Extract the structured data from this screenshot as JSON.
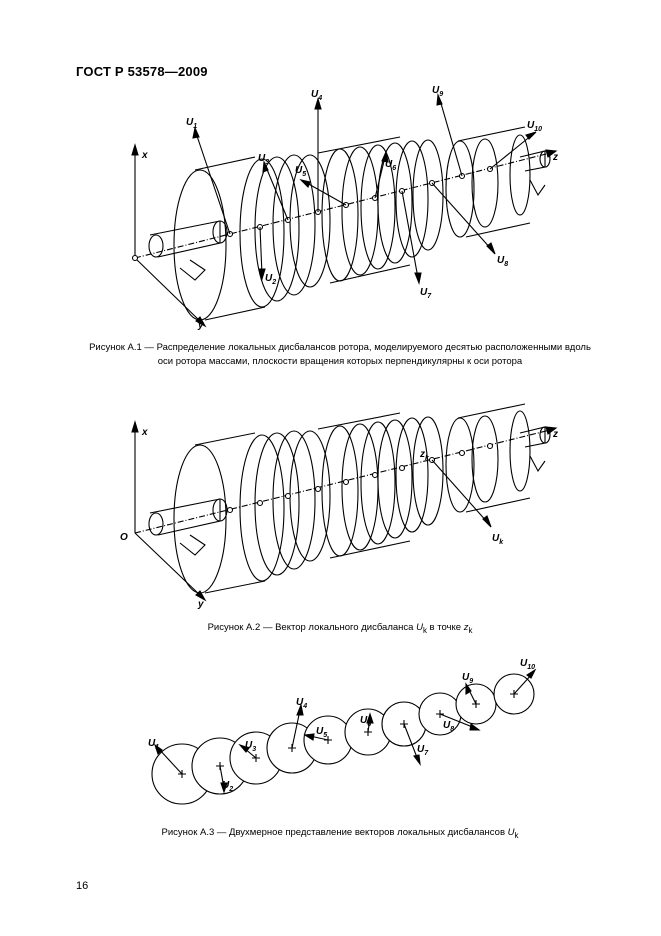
{
  "header": {
    "standard": "ГОСТ Р 53578—2009"
  },
  "figure1": {
    "caption_line1": "Рисунок А.1 — Распределение локальных дисбалансов ротора, моделируемого десятью расположенными вдоль",
    "caption_line2": "оси ротора массами, плоскости вращения которых перпендикулярны к оси ротора",
    "axis_x": "x",
    "axis_y": "y",
    "axis_z": "z",
    "vector_letter": "U",
    "vector_indices": [
      "1",
      "2",
      "3",
      "4",
      "5",
      "6",
      "7",
      "8",
      "9",
      "10"
    ]
  },
  "figure2": {
    "caption_prefix": "Рисунок А.2 — Вектор локального дисбаланса ",
    "caption_symbol": "U",
    "caption_subscript": "k",
    "caption_middle": " в точке ",
    "caption_point": "z",
    "caption_point_subscript": "k",
    "axis_x": "x",
    "axis_y": "y",
    "axis_z": "z",
    "origin": "O",
    "point_label": "z",
    "point_sub": "k",
    "vector_letter": "U",
    "vector_sub": "k"
  },
  "figure3": {
    "caption_prefix": "Рисунок  А.3 — Двухмерное представление векторов локальных дисбалансов ",
    "caption_symbol": "U",
    "caption_subscript": "k",
    "vector_letter": "U",
    "vector_indices": [
      "1",
      "2",
      "3",
      "4",
      "5",
      "6",
      "7",
      "8",
      "9",
      "10"
    ]
  },
  "footer": {
    "page_number": "16"
  }
}
